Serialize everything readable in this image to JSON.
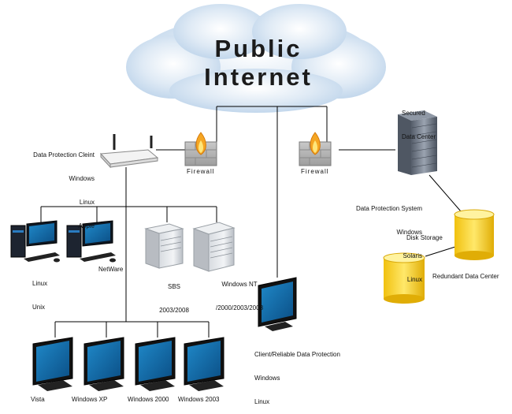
{
  "cloud": {
    "line1": "Public",
    "line2": "Internet"
  },
  "firewalls": {
    "left_label": "Firewall",
    "right_label": "Firewall"
  },
  "router": {
    "lines": [
      "Data Protection Cleint",
      "Windows",
      "Linux",
      "Apple"
    ]
  },
  "datacenter": {
    "lines": [
      "Secured",
      "Data Center"
    ]
  },
  "dps": {
    "lines": [
      "Data Protection System",
      "Windows",
      "Solaris",
      "Linux"
    ]
  },
  "disk_storage": "Disk Storage",
  "redundant": "Redundant Data Center",
  "workstations": {
    "linux": [
      "Linux",
      "Unix"
    ],
    "netware": "NetWare"
  },
  "servers": {
    "sbs": [
      "SBS",
      "2003/2008"
    ],
    "nt": [
      "Windows NT",
      "/2000/2003/2008"
    ]
  },
  "client": {
    "lines": [
      "Client/Reliable Data Protection",
      "Windows",
      "Linux"
    ]
  },
  "monitors": [
    "Vista",
    "Windows XP",
    "Windows 2000",
    "Windows 2003"
  ],
  "colors": {
    "cloud": "#cfe2f2",
    "flame": "#f5a623",
    "disk": "#f7d21c",
    "line": "#000000"
  }
}
